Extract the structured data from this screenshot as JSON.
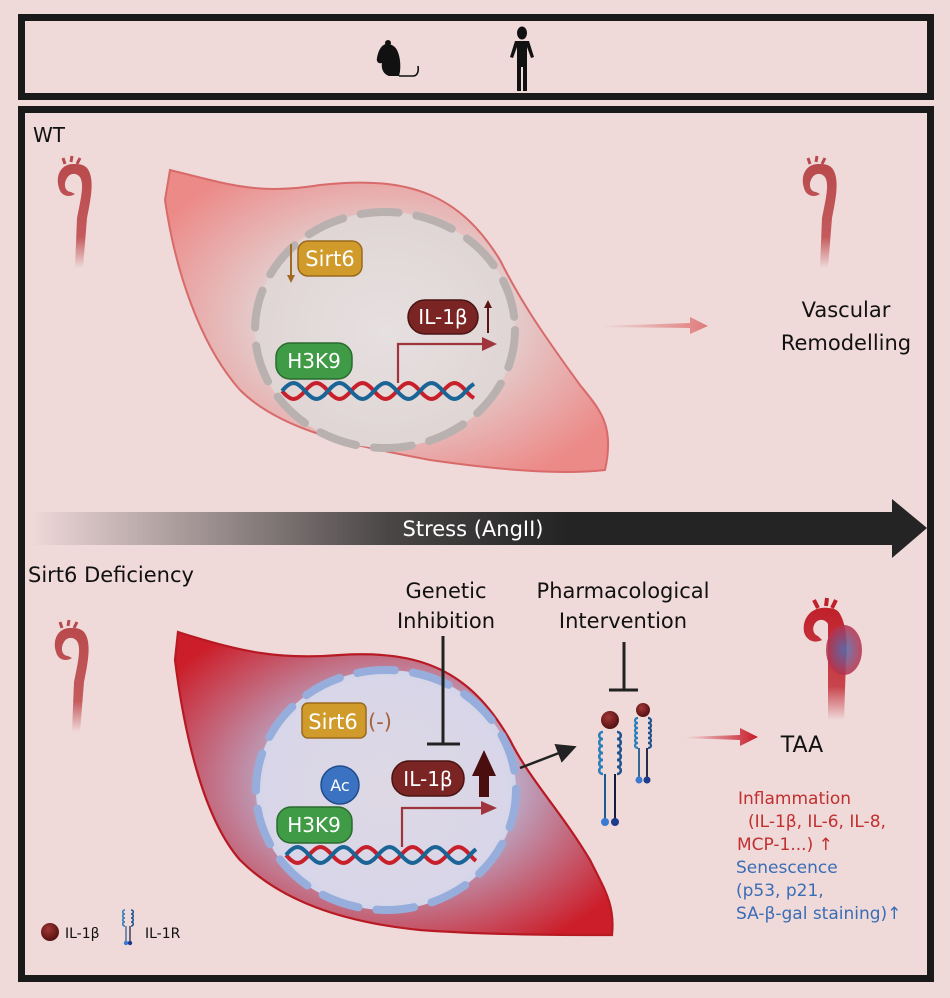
{
  "header": {
    "species": [
      {
        "icon": "mouse-icon",
        "label": "Mouse"
      },
      {
        "icon": "human-icon",
        "label": "Human"
      }
    ]
  },
  "wt": {
    "title": "WT",
    "sirt6_label": "Sirt6",
    "sirt6_trend": "down",
    "histone_label": "H3K9",
    "il1b_label": "IL-1β",
    "il1b_trend": "up",
    "outcome_line1": "Vascular",
    "outcome_line2": "Remodelling"
  },
  "stress": {
    "label": "Stress (AngII)"
  },
  "deficiency": {
    "title": "Sirt6 Deficiency",
    "sirt6_label": "Sirt6",
    "sirt6_status": "(-)",
    "acetyl_label": "Ac",
    "histone_label": "H3K9",
    "il1b_label": "IL-1β",
    "il1b_trend": "up",
    "genetic_line1": "Genetic",
    "genetic_line2": "Inhibition",
    "pharma_line1": "Pharmacological",
    "pharma_line2": "Intervention",
    "outcome_label": "TAA",
    "inflammation_line1": "Inflammation",
    "inflammation_line2": "(IL-1β, IL-6, IL-8,",
    "inflammation_line3": "MCP-1...)  ↑",
    "senescence_line1": "Senescence",
    "senescence_line2": "(p53, p21,",
    "senescence_line3": "SA-β-gal staining)↑"
  },
  "legend": {
    "ligand_label": "IL-1β",
    "receptor_label": "IL-1R"
  },
  "colors": {
    "background": "#efd9d9",
    "border": "#1a1a1a",
    "sirt6": "#d19b2b",
    "h3k9": "#3f9b45",
    "il1b": "#7a2424",
    "acetyl": "#3b73c2",
    "dna_red": "#c8202a",
    "dna_blue": "#1b6496",
    "inflammation_text": "#c0302f",
    "senescence_text": "#3a6db5",
    "wt_cell": "#e88a88",
    "deficient_cell": "#c81a27"
  }
}
